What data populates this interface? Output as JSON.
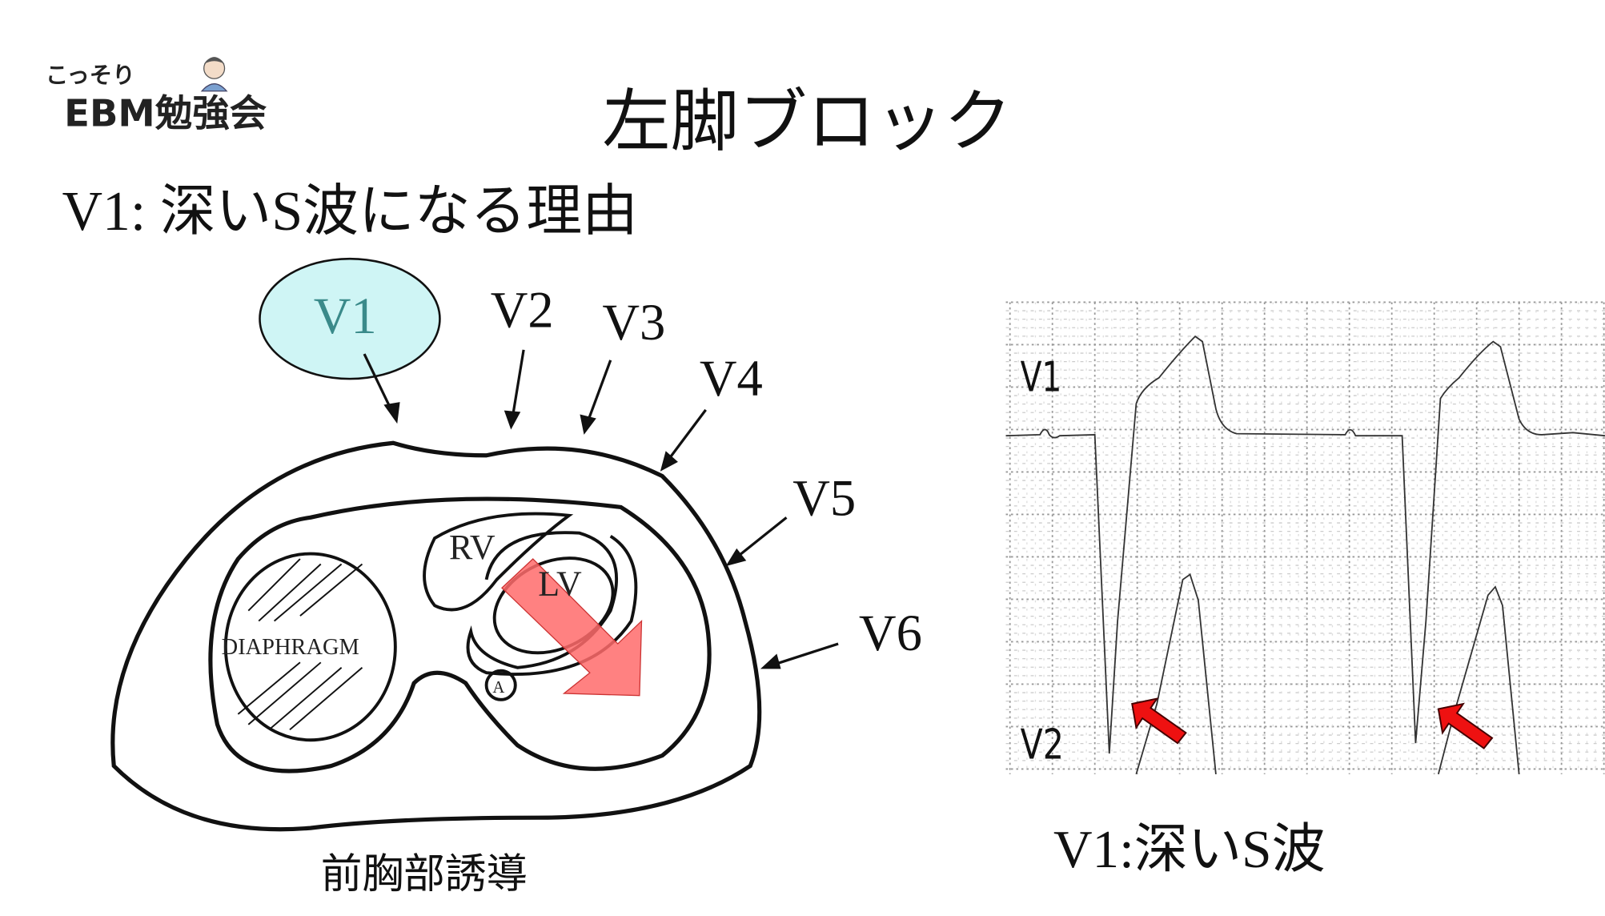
{
  "logo": {
    "line1": "こっそり",
    "line2": "EBM勉強会"
  },
  "title": "左脚ブロック",
  "subtitle": "V1: 深いS波になる理由",
  "diagram": {
    "leads": [
      "V1",
      "V2",
      "V3",
      "V4",
      "V5",
      "V6"
    ],
    "labels": {
      "rv": "RV",
      "lv": "LV",
      "diaphragm": "DIAPHRAGM",
      "aorta": "A"
    },
    "caption": "前胸部誘導",
    "highlight_color": "#cff5f5",
    "arrow_color": "#ff6b6b"
  },
  "ecg": {
    "lead_labels": [
      "V1",
      "V2"
    ],
    "caption": "V1:深いS波",
    "arrow_color": "#ee1111"
  }
}
